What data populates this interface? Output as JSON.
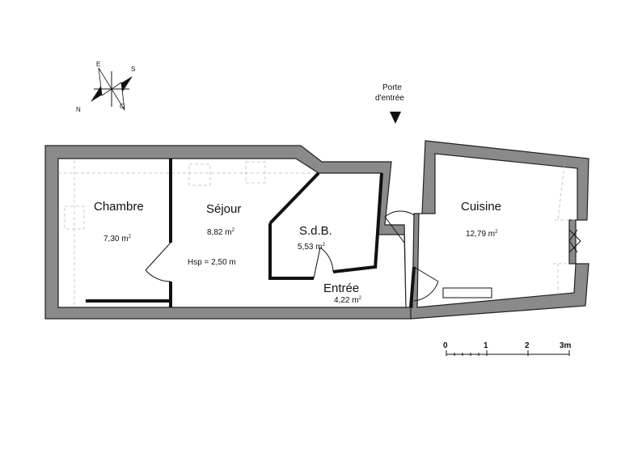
{
  "entrance_label": [
    "Porte",
    "d'entrée"
  ],
  "compass": {
    "n": "N",
    "e": "E",
    "s": "S",
    "o": "O"
  },
  "rooms": [
    {
      "name": "Chambre",
      "area": "7,30 m",
      "sup": "2"
    },
    {
      "name": "Séjour",
      "area": "8,82 m",
      "sup": "2",
      "height_note": "Hsp = 2,50 m"
    },
    {
      "name": "S.d.B.",
      "area": "5,53 m",
      "sup": "2"
    },
    {
      "name": "Entrée",
      "area": "4,22 m",
      "sup": "2"
    },
    {
      "name": "Cuisine",
      "area": "12,79 m",
      "sup": "2"
    }
  ],
  "scale_bar": {
    "labels": [
      "0",
      "1",
      "2",
      "3m"
    ]
  },
  "colors": {
    "wall": "#8a8a8a",
    "ink": "#111111"
  }
}
